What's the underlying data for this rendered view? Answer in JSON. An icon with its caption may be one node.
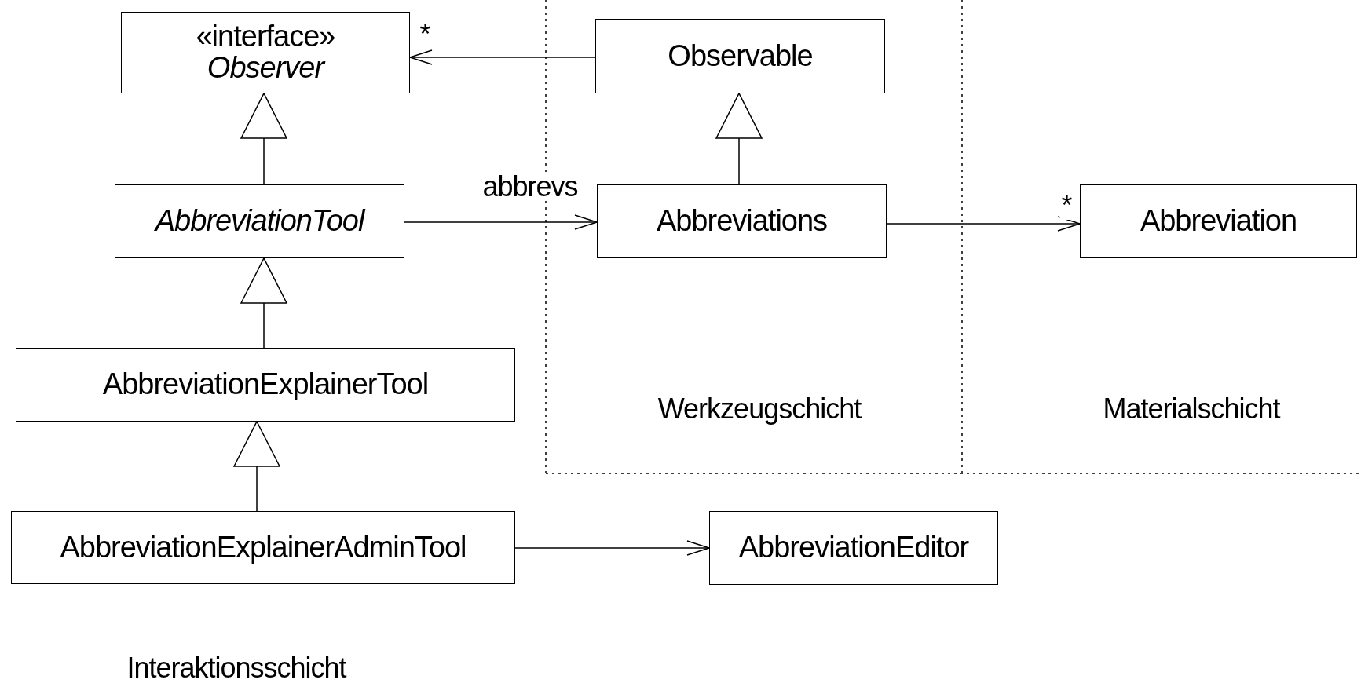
{
  "diagram": {
    "nodes": [
      {
        "text": [
          "«interface»",
          "Observer"
        ]
      },
      {
        "text": [
          "Observable"
        ]
      },
      {
        "text": [
          "AbbreviationTool"
        ]
      },
      {
        "text": [
          "Abbreviations"
        ]
      },
      {
        "text": [
          "Abbreviation"
        ]
      },
      {
        "text": [
          "AbbreviationExplainerTool"
        ]
      },
      {
        "text": [
          "AbbreviationExplainerAdminTool"
        ]
      },
      {
        "text": [
          "AbbreviationEditor"
        ]
      }
    ],
    "edges": [
      {
        "from": 1,
        "to": 0,
        "arrow": "to",
        "label": "*"
      },
      {
        "from": 2,
        "to": 0,
        "arrow": "to"
      },
      {
        "from": 3,
        "to": 1,
        "arrow": "to"
      },
      {
        "from": 2,
        "to": 3,
        "arrow": "to",
        "label": "abbrevs"
      },
      {
        "from": 3,
        "to": 4,
        "arrow": "to",
        "label": "*"
      },
      {
        "from": 5,
        "to": 2,
        "arrow": "to"
      },
      {
        "from": 6,
        "to": 5,
        "arrow": "to"
      },
      {
        "from": 6,
        "to": 7,
        "arrow": "to"
      }
    ],
    "labels": [
      "Werkzeugschicht",
      "Materialschicht",
      "Interaktionsschicht"
    ]
  }
}
